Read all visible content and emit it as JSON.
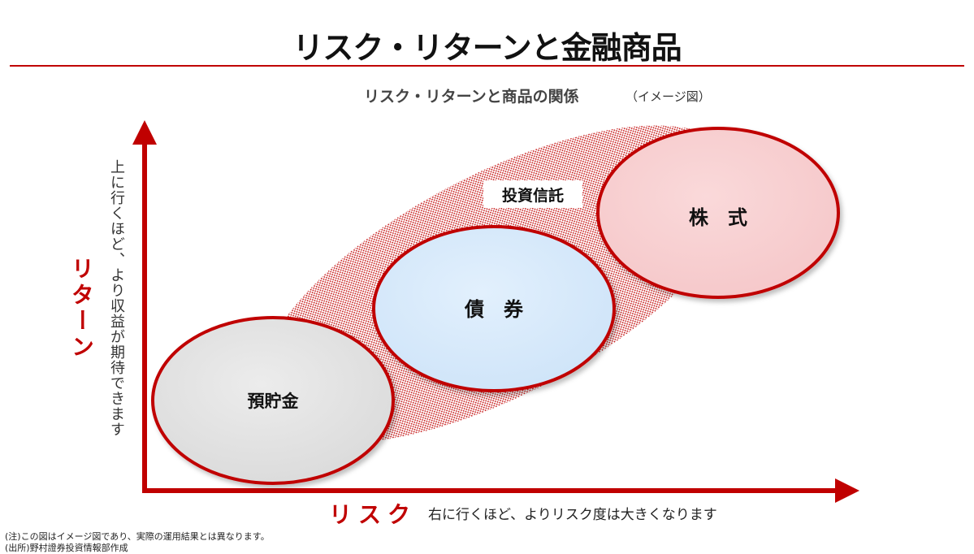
{
  "title": "リスク・リターンと金融商品",
  "subtitle": "リスク・リターンと商品の関係",
  "subtitle_note": "（イメージ図）",
  "x_axis": {
    "label": "リスク",
    "note": "右に行くほど、よりリスク度は大きくなります"
  },
  "y_axis": {
    "label": "リターン",
    "note": "上に行くほど、より収益が期待できます"
  },
  "nodes": {
    "deposit": "預貯金",
    "bond": "債　券",
    "stock": "株　式",
    "investment_trust": "投資信託"
  },
  "footnotes": [
    "(注)この図はイメージ図であり、実際の運用結果とは異なります。",
    "(出所)野村證券投資情報部作成"
  ],
  "colors": {
    "accent": "#c00000",
    "deposit_fill": "#e3e3e3",
    "bond_fill": "#d6e9fb",
    "stock_fill": "#f8cfd1",
    "trust_dots": "#c00000"
  }
}
